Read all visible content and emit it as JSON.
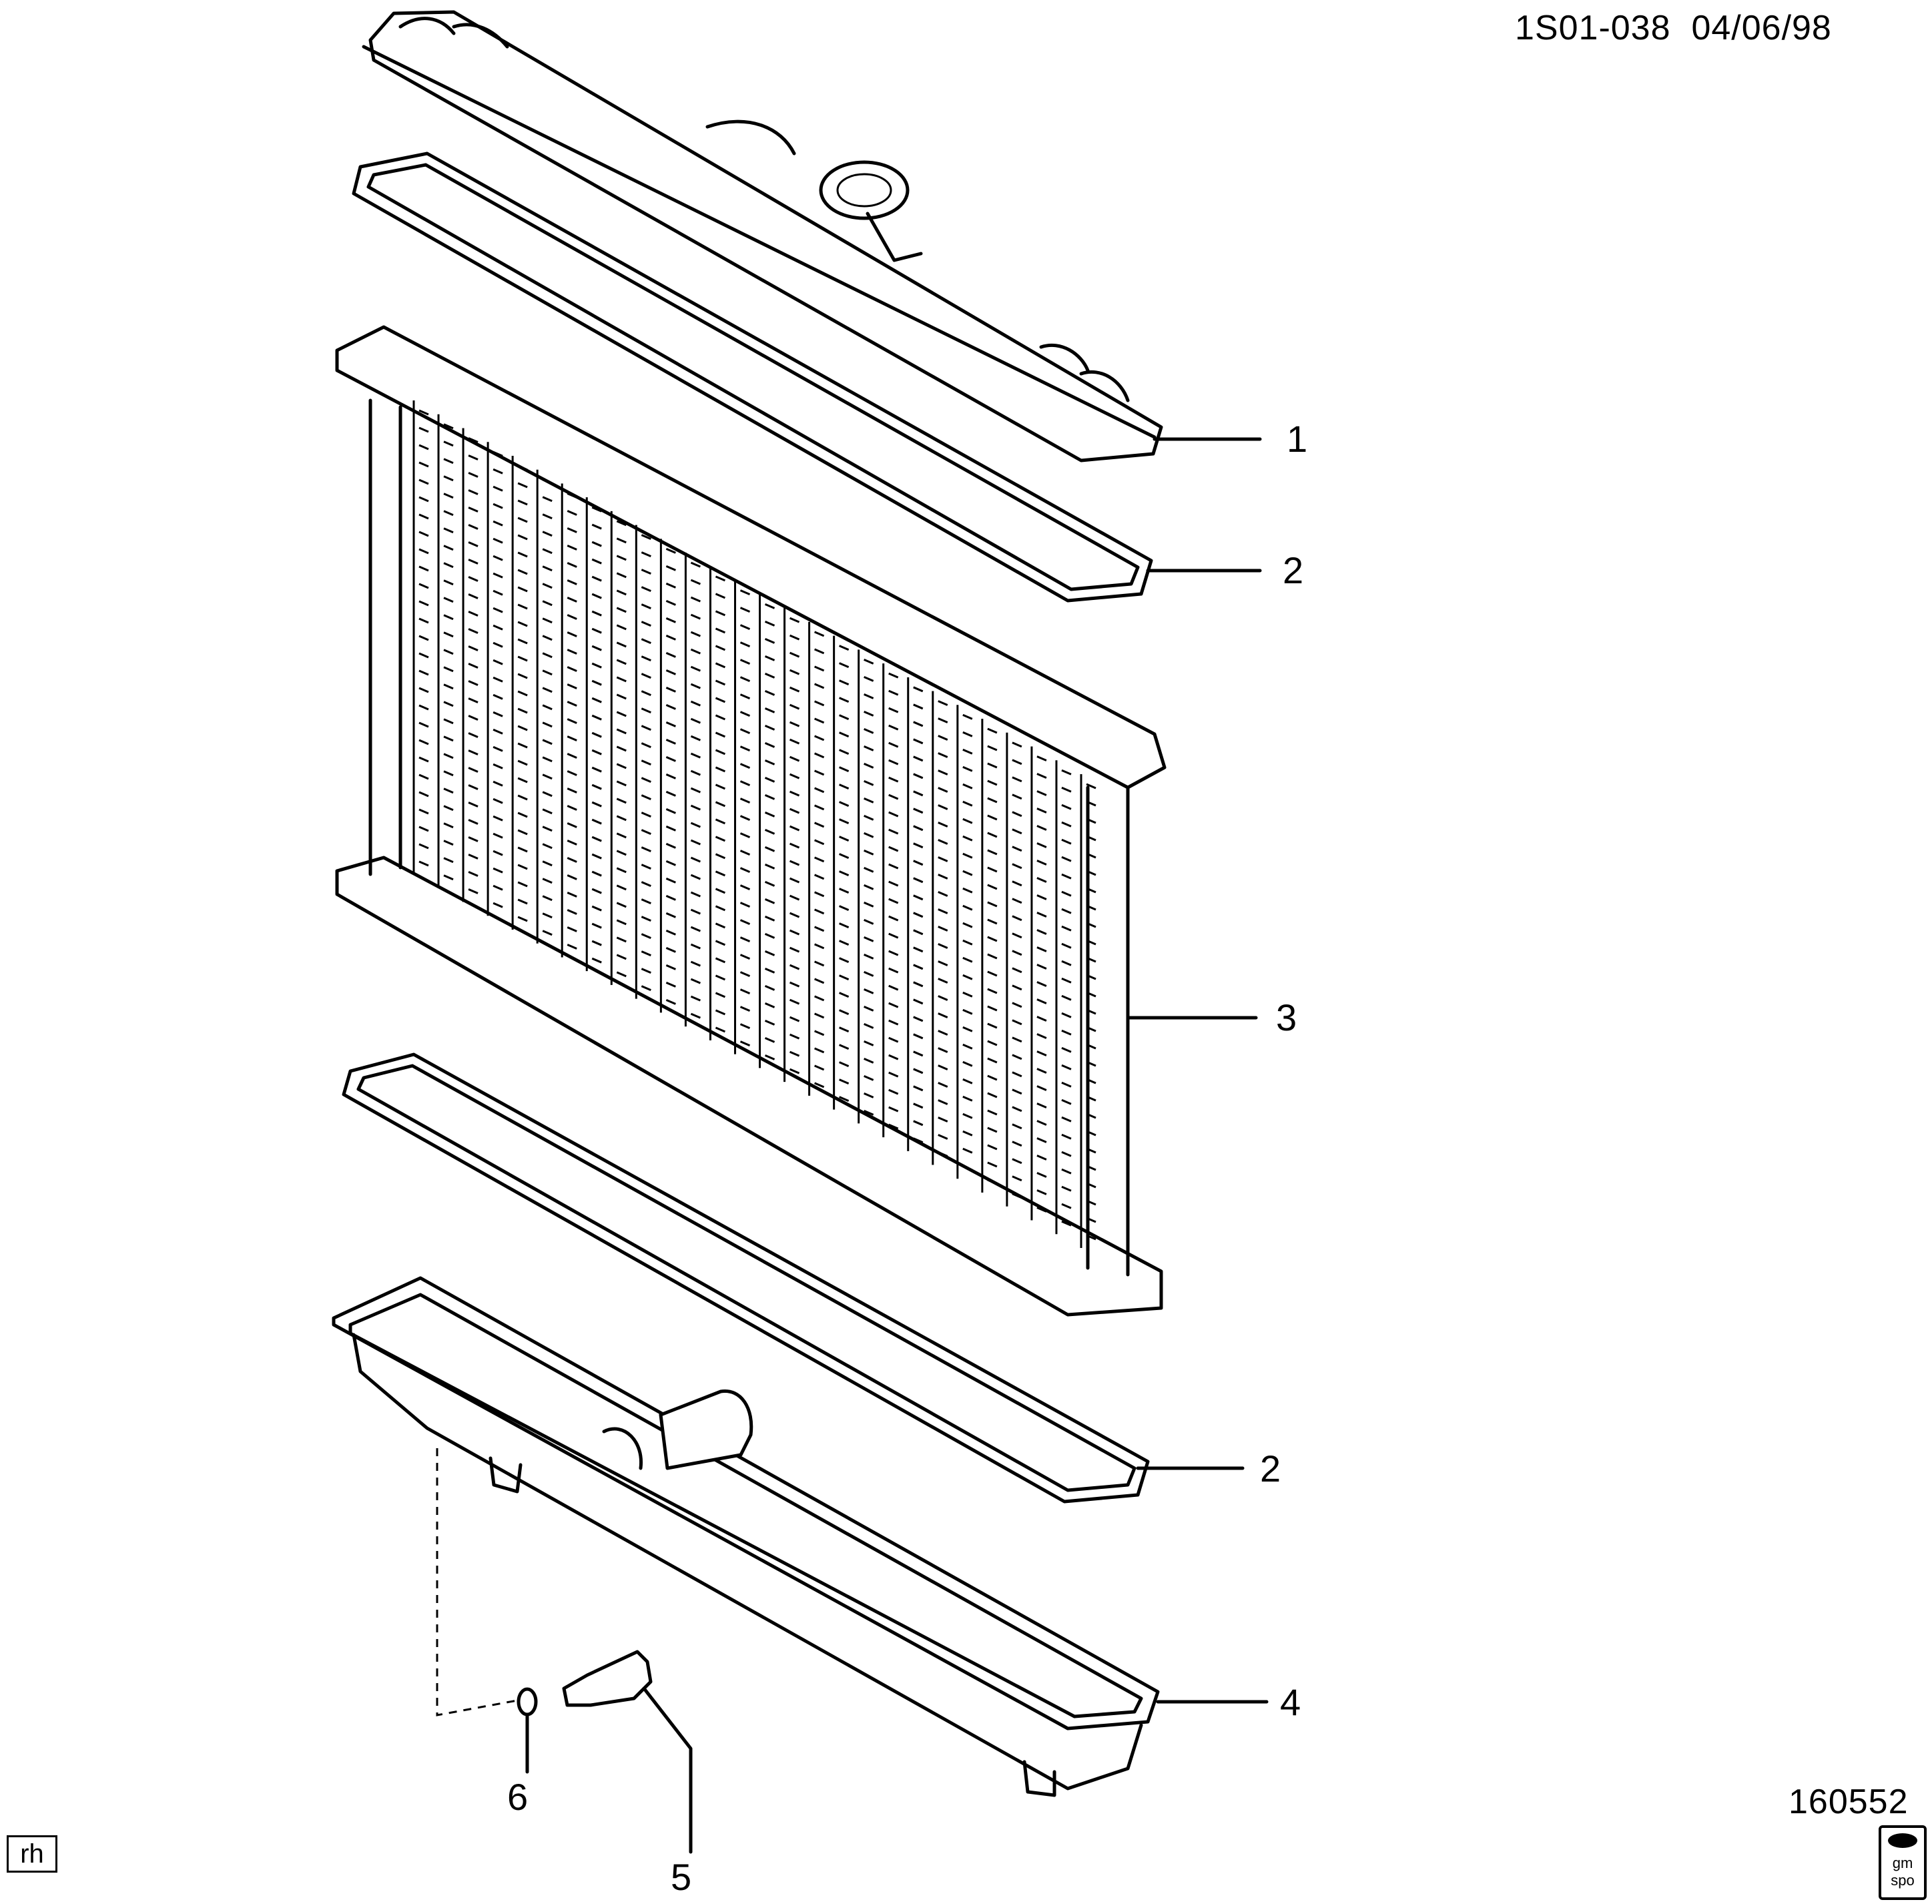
{
  "header": {
    "diagram_id": "1S01-038",
    "date": "04/06/98"
  },
  "figure_number": "160552",
  "corner_tag": "rh",
  "logo": {
    "line1": "gm",
    "line2": "spo"
  },
  "callouts": [
    {
      "id": "cap-upper-tank",
      "label": "1"
    },
    {
      "id": "gasket-upper",
      "label": "2"
    },
    {
      "id": "core",
      "label": "3"
    },
    {
      "id": "gasket-lower",
      "label": "2"
    },
    {
      "id": "tank-lower",
      "label": "4"
    },
    {
      "id": "drain-plug",
      "label": "5"
    },
    {
      "id": "o-ring",
      "label": "6"
    }
  ]
}
